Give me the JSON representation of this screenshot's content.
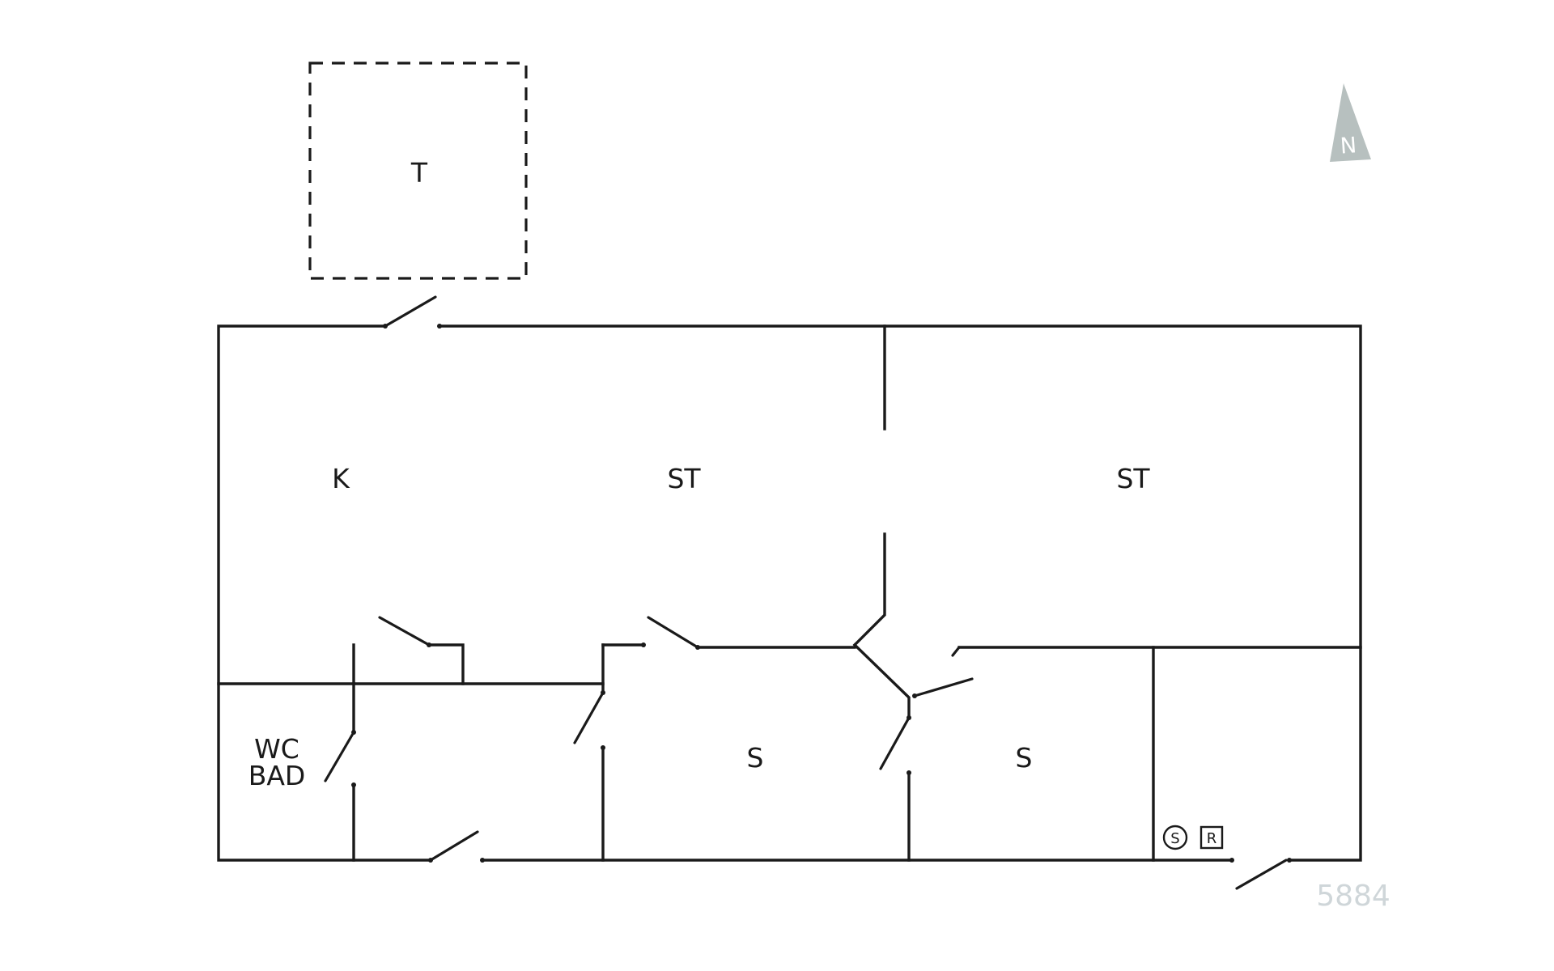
{
  "plan": {
    "rooms": {
      "terrace": "T",
      "kitchen": "K",
      "living_west": "ST",
      "living_east": "ST",
      "wc_bath_line1": "WC",
      "wc_bath_line2": "BAD",
      "bedroom_west": "S",
      "bedroom_east": "S"
    },
    "symbols": {
      "circle_symbol": "S",
      "square_symbol": "R"
    },
    "north_arrow": "N",
    "plan_number": "5884"
  },
  "colors": {
    "wall": "#1a1a1a",
    "north_arrow": "#b7c0bf",
    "plan_number": "#cfd6d9"
  }
}
